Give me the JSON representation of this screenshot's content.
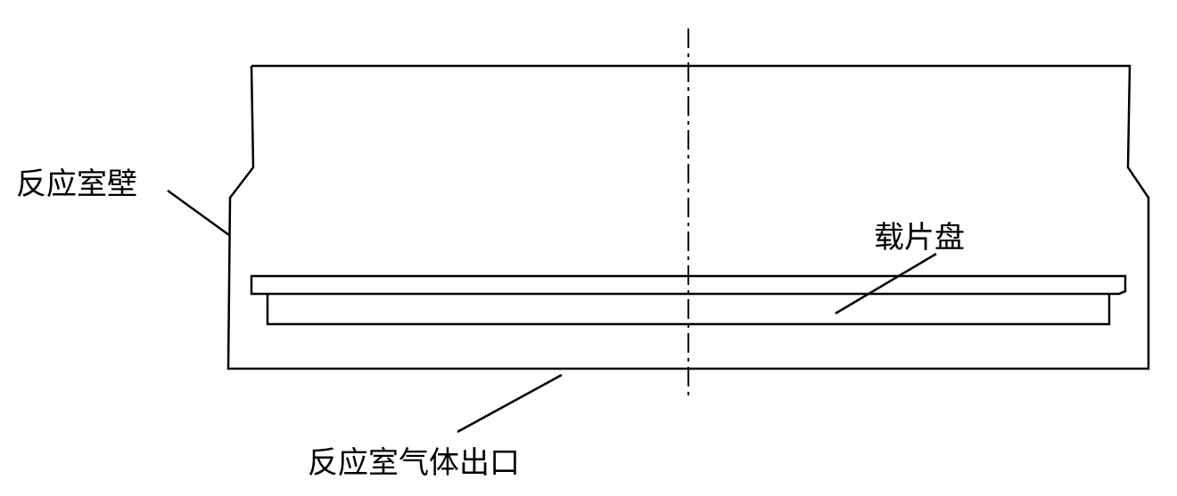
{
  "labels": {
    "chamber_wall": "反应室壁",
    "wafer_tray": "载片盘",
    "gas_outlet": "反应室气体出口"
  },
  "colors": {
    "line": "#000000",
    "background": "#ffffff"
  }
}
